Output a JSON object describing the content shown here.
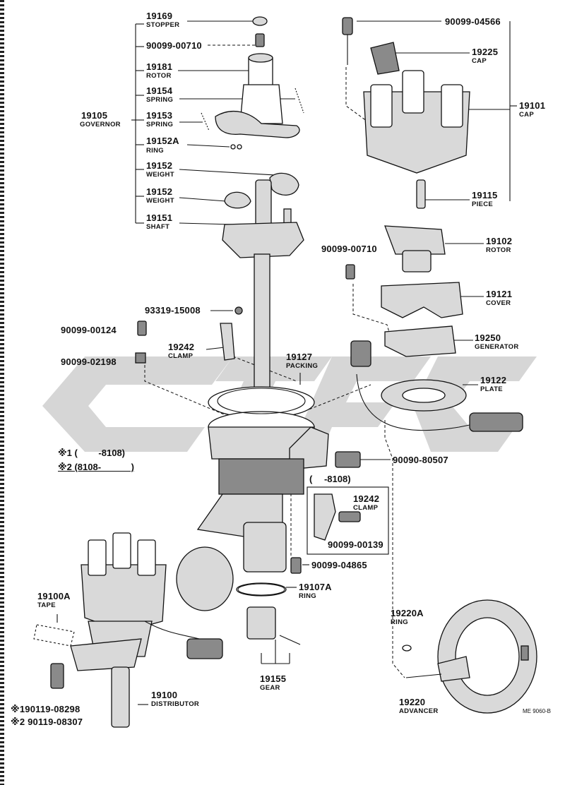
{
  "labels": {
    "p19169": {
      "num": "19169",
      "name": "STOPPER"
    },
    "p90099_00710_top": {
      "num": "90099-00710"
    },
    "p19181": {
      "num": "19181",
      "name": "ROTOR"
    },
    "p19154": {
      "num": "19154",
      "name": "SPRING"
    },
    "p19105": {
      "num": "19105",
      "name": "GOVERNOR"
    },
    "p19153": {
      "num": "19153",
      "name": "SPRING"
    },
    "p19152A": {
      "num": "19152A",
      "name": "RING"
    },
    "p19152_a": {
      "num": "19152",
      "name": "WEIGHT"
    },
    "p19152_b": {
      "num": "19152",
      "name": "WEIGHT"
    },
    "p19151": {
      "num": "19151",
      "name": "SHAFT"
    },
    "p90099_04566": {
      "num": "90099-04566"
    },
    "p19225": {
      "num": "19225",
      "name": "CAP"
    },
    "p19101": {
      "num": "19101",
      "name": "CAP"
    },
    "p19115": {
      "num": "19115",
      "name": "PIECE"
    },
    "p90099_00710_mid": {
      "num": "90099-00710"
    },
    "p19102": {
      "num": "19102",
      "name": "ROTOR"
    },
    "p19121": {
      "num": "19121",
      "name": "COVER"
    },
    "p93319_15008": {
      "num": "93319-15008"
    },
    "p90099_00124": {
      "num": "90099-00124"
    },
    "p19250": {
      "num": "19250",
      "name": "GENERATOR"
    },
    "p19242_a": {
      "num": "19242",
      "name": "CLAMP"
    },
    "p19127": {
      "num": "19127",
      "name": "PACKING"
    },
    "p90099_02198": {
      "num": "90099-02198"
    },
    "p19122": {
      "num": "19122",
      "name": "PLATE"
    },
    "p90090_80507": {
      "num": "90090-80507"
    },
    "p19242_b": {
      "num": "19242",
      "name": "CLAMP"
    },
    "p90099_00139": {
      "num": "90099-00139"
    },
    "p90099_04865": {
      "num": "90099-04865"
    },
    "p19107A": {
      "num": "19107A",
      "name": "RING"
    },
    "p19100A": {
      "num": "19100A",
      "name": "TAPE"
    },
    "p19220A": {
      "num": "19220A",
      "name": "RING"
    },
    "p19155": {
      "num": "19155",
      "name": "GEAR"
    },
    "p19100": {
      "num": "19100",
      "name": "DISTRIBUTOR"
    },
    "p19220": {
      "num": "19220",
      "name": "ADVANCER"
    }
  },
  "notes": {
    "n1": "※1 (　　 -8108)",
    "n2": "※2 (8108-　　　 )",
    "inset": "( 　-8108)",
    "d1": "※190119-08298",
    "d2": "※2 90119-08307"
  },
  "code": "ME 9060-B"
}
